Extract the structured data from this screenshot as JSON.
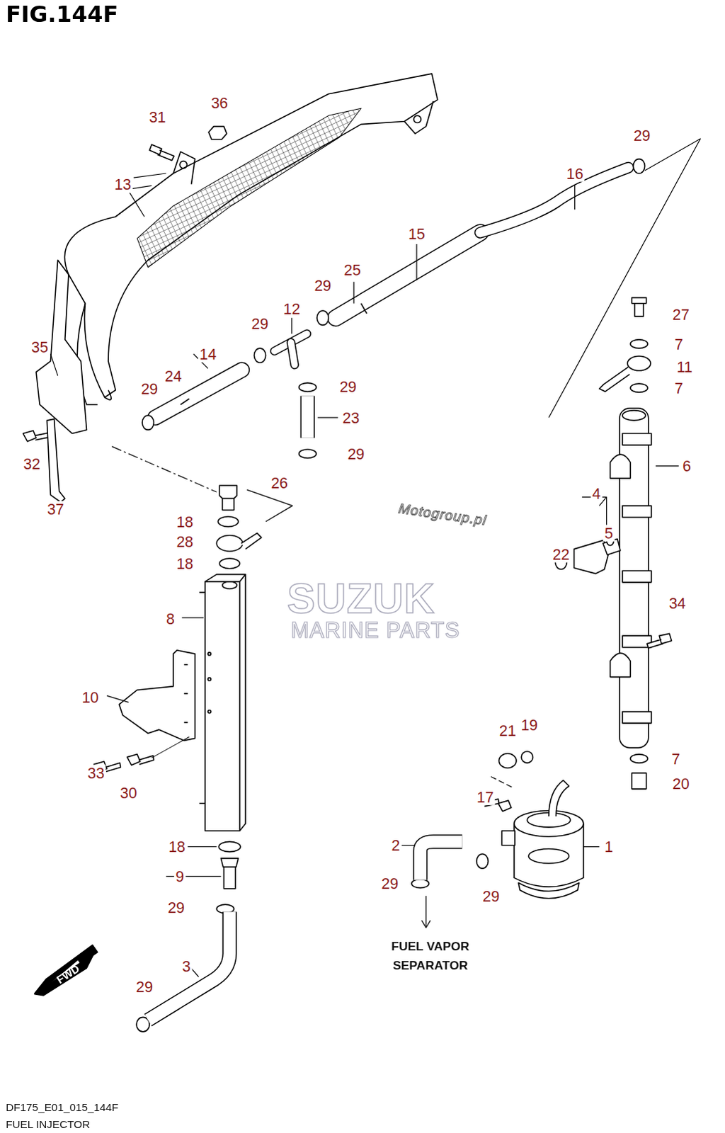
{
  "diagram": {
    "title": "FIG.144F",
    "labels": [
      "31",
      "36",
      "13",
      "29",
      "16",
      "15",
      "25",
      "29",
      "12",
      "29",
      "14",
      "24",
      "29",
      "27",
      "7",
      "11",
      "7",
      "29",
      "23",
      "29",
      "35",
      "32",
      "37",
      "26",
      "6",
      "4",
      "5",
      "22",
      "18",
      "28",
      "18",
      "8",
      "34",
      "10",
      "33",
      "30",
      "21",
      "19",
      "7",
      "20",
      "17",
      "18",
      "2",
      "1",
      "9",
      "29",
      "29",
      "29",
      "3",
      "29",
      "Motogroup.pl",
      "SUZUK",
      "MARINE PARTS",
      "FUEL VAPOR",
      "SEPARATOR",
      "FWD",
      "DF175_E01_015_144F",
      "FUEL INJECTOR"
    ]
  }
}
